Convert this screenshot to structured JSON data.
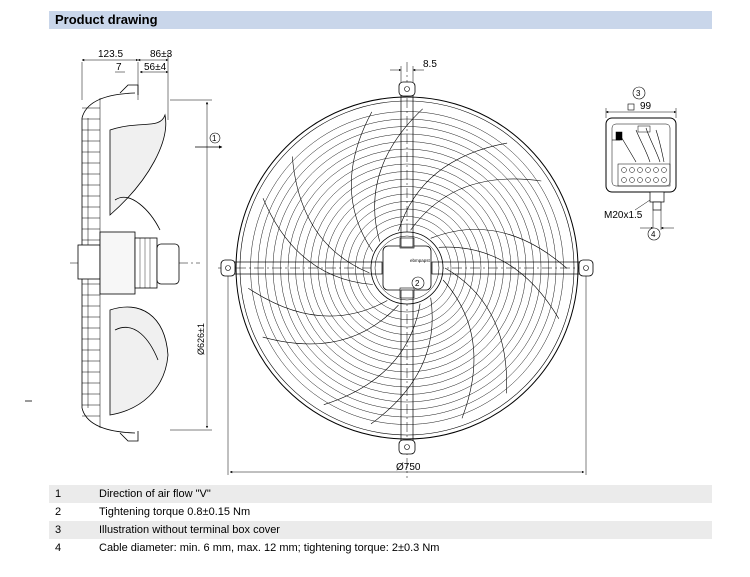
{
  "header": {
    "title": "Product drawing"
  },
  "drawing": {
    "side_view": {
      "dims_top": [
        "123.5",
        "86±3",
        "7",
        "56±4"
      ],
      "diameter": "Ø626±1",
      "callout": "1"
    },
    "front_view": {
      "dim_top": "8.5",
      "dim_bottom": "Ø750",
      "callout": "2",
      "hub_label": "ebmpapst"
    },
    "terminal_box": {
      "callout_top": "3",
      "dim_top": "99",
      "cable_gland": "M20x1.5",
      "callout_bottom": "4"
    }
  },
  "notes": [
    {
      "num": "1",
      "text": "Direction of air flow \"V\""
    },
    {
      "num": "2",
      "text": "Tightening torque 0.8±0.15 Nm"
    },
    {
      "num": "3",
      "text": "Illustration without terminal box cover"
    },
    {
      "num": "4",
      "text": "Cable diameter: min. 6 mm, max. 12 mm; tightening torque: 2±0.3 Nm"
    }
  ]
}
